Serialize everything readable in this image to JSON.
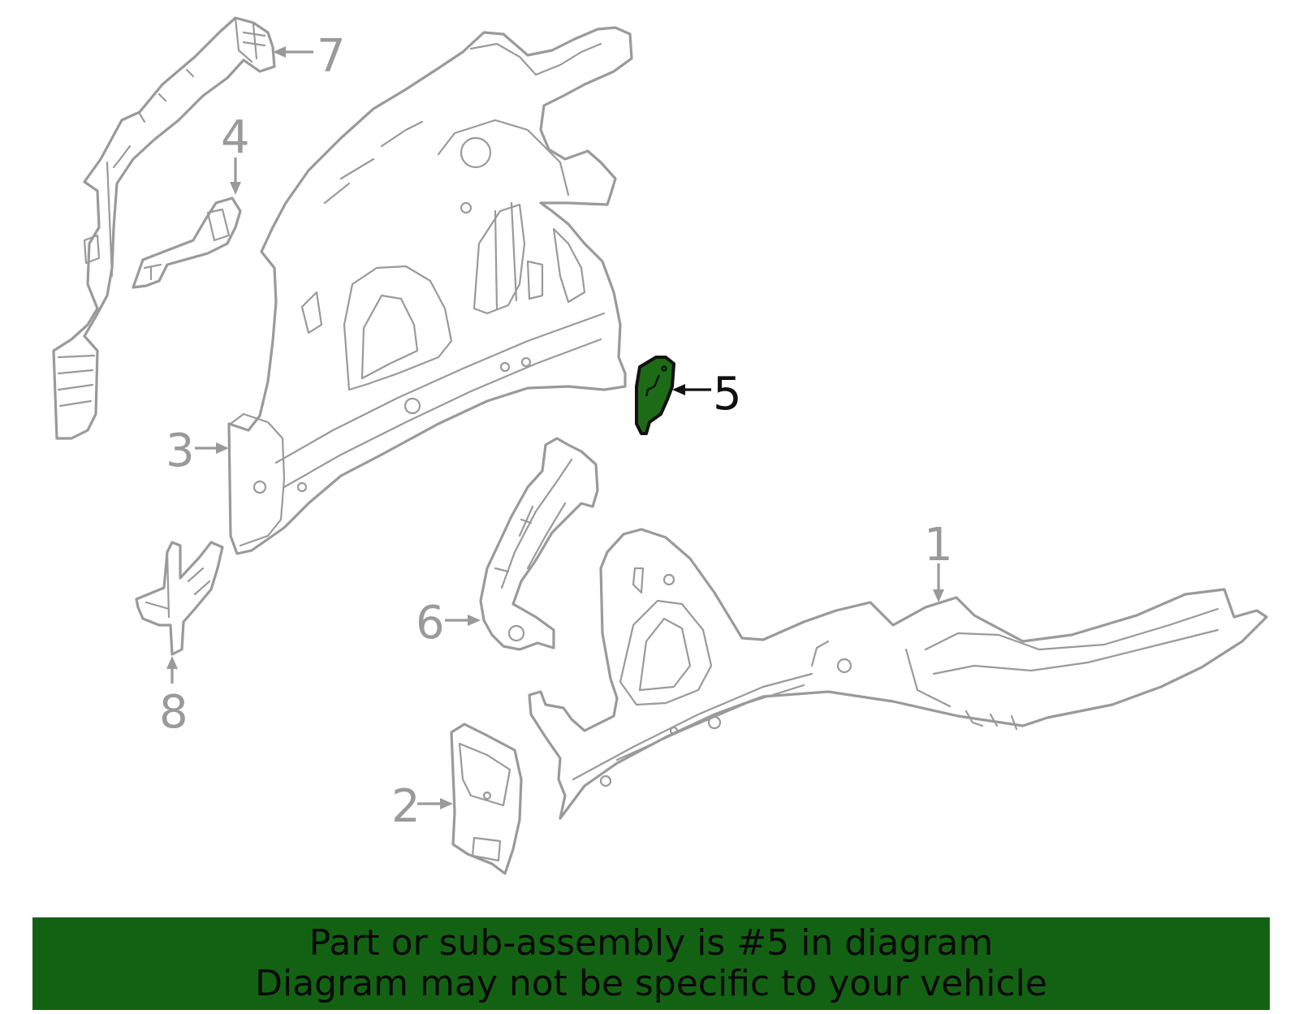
{
  "diagram": {
    "highlighted_part": "5",
    "callouts": [
      {
        "id": "7",
        "label": "7"
      },
      {
        "id": "4",
        "label": "4"
      },
      {
        "id": "3",
        "label": "3"
      },
      {
        "id": "5",
        "label": "5"
      },
      {
        "id": "1",
        "label": "1"
      },
      {
        "id": "6",
        "label": "6"
      },
      {
        "id": "8",
        "label": "8"
      },
      {
        "id": "2",
        "label": "2"
      }
    ],
    "colors": {
      "outline": "#9a9a9a",
      "highlight_fill": "#1d6b17",
      "banner_bg": "#136213",
      "text_dark": "#0a0a0a"
    }
  },
  "banner": {
    "line1": "Part or sub-assembly is #5 in diagram",
    "line2": "Diagram may not be specific to your vehicle"
  }
}
